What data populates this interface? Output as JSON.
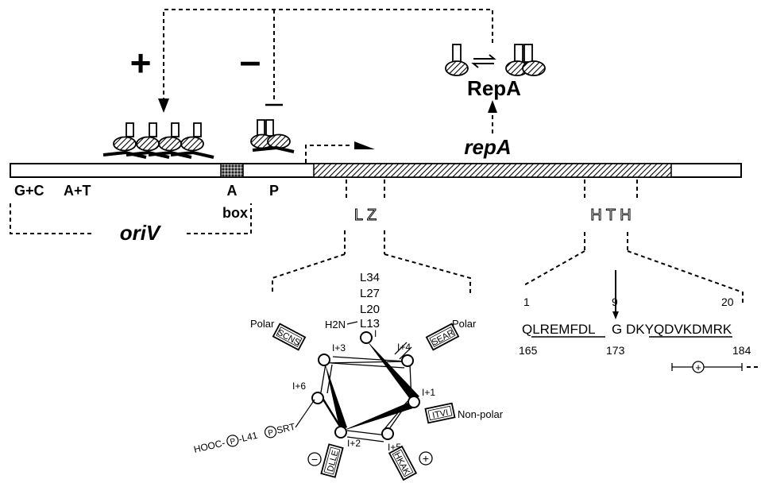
{
  "regulation": {
    "plus_sign": "+",
    "minus_sign": "–"
  },
  "protein": {
    "name": "RepA",
    "gene": "repA"
  },
  "dna": {
    "gc_label": "G+C",
    "at_label": "A+T",
    "abox_top": "A",
    "abox_bottom": "box",
    "promoter": "P",
    "origin": "oriV"
  },
  "domains": {
    "lz": "L Z",
    "hth": "H T H"
  },
  "helix": {
    "leucines": [
      "L34",
      "L27",
      "L20",
      "L13"
    ],
    "n_terminus": "H2N",
    "positions": [
      "I",
      "I+1",
      "I+2",
      "I+3",
      "I+4",
      "I+5",
      "I+6"
    ],
    "polar_left": "Polar",
    "polar_right": "Polar",
    "nonpolar": "Non-polar",
    "boxes": {
      "scns": "SCNS",
      "sear": "SEAR",
      "itvi": "ITVI",
      "hkak": "HKAK",
      "dlle": "DLLE"
    },
    "c_term_prefix": "HOOC-",
    "c_term_mid": "-L41",
    "phos": "P",
    "c_term_suffix": "SRT",
    "minus": "−",
    "plus": "+"
  },
  "hth_seq": {
    "pos1": "1",
    "pos9": "9",
    "pos20": "20",
    "seq_a": "QLREMFDL",
    "seq_g": "G",
    "seq_b": "DKYQDVKDMRK",
    "num165": "165",
    "num173": "173",
    "num184": "184",
    "plus": "+"
  }
}
